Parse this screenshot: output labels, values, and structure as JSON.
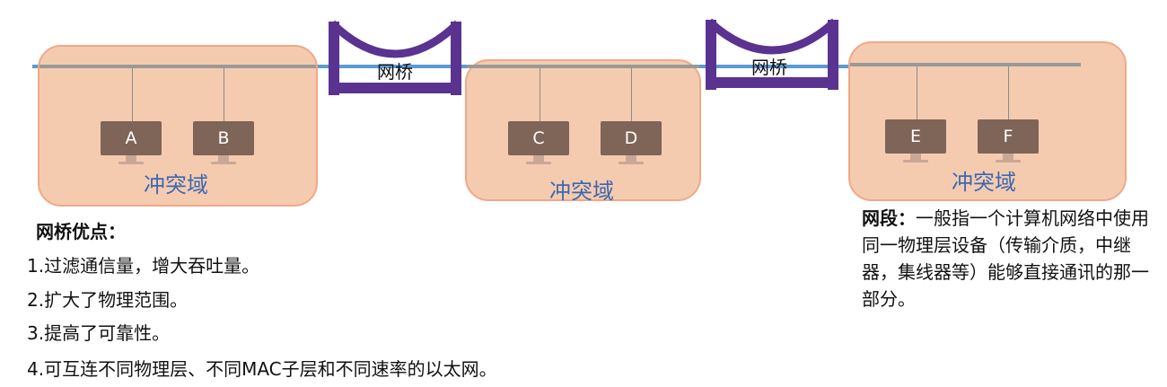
{
  "colors": {
    "domain_fill": "#f5cbb0",
    "domain_border": "#f0a888",
    "bridge": "#5a3391",
    "wire_outer": "#5b9bd5",
    "wire_inner": "#999999",
    "computer": "#7f6458",
    "domain_text": "#3b68b0"
  },
  "domains": [
    {
      "label": "冲突域",
      "computers": [
        "A",
        "B"
      ]
    },
    {
      "label": "冲突域",
      "computers": [
        "C",
        "D"
      ]
    },
    {
      "label": "冲突域",
      "computers": [
        "E",
        "F"
      ]
    }
  ],
  "bridges": [
    {
      "label": "网桥"
    },
    {
      "label": "网桥"
    }
  ],
  "advantages": {
    "title": "网桥优点：",
    "items": [
      "1.过滤通信量，增大吞吐量。",
      "2.扩大了物理范围。",
      "3.提高了可靠性。",
      "4.可互连不同物理层、不同MAC子层和不同速率的以太网。"
    ]
  },
  "segment_definition": {
    "term": "网段：",
    "text": "一般指一个计算机网络中使用同一物理层设备（传输介质，中继器，集线器等）能够直接通讯的那一部分。"
  }
}
